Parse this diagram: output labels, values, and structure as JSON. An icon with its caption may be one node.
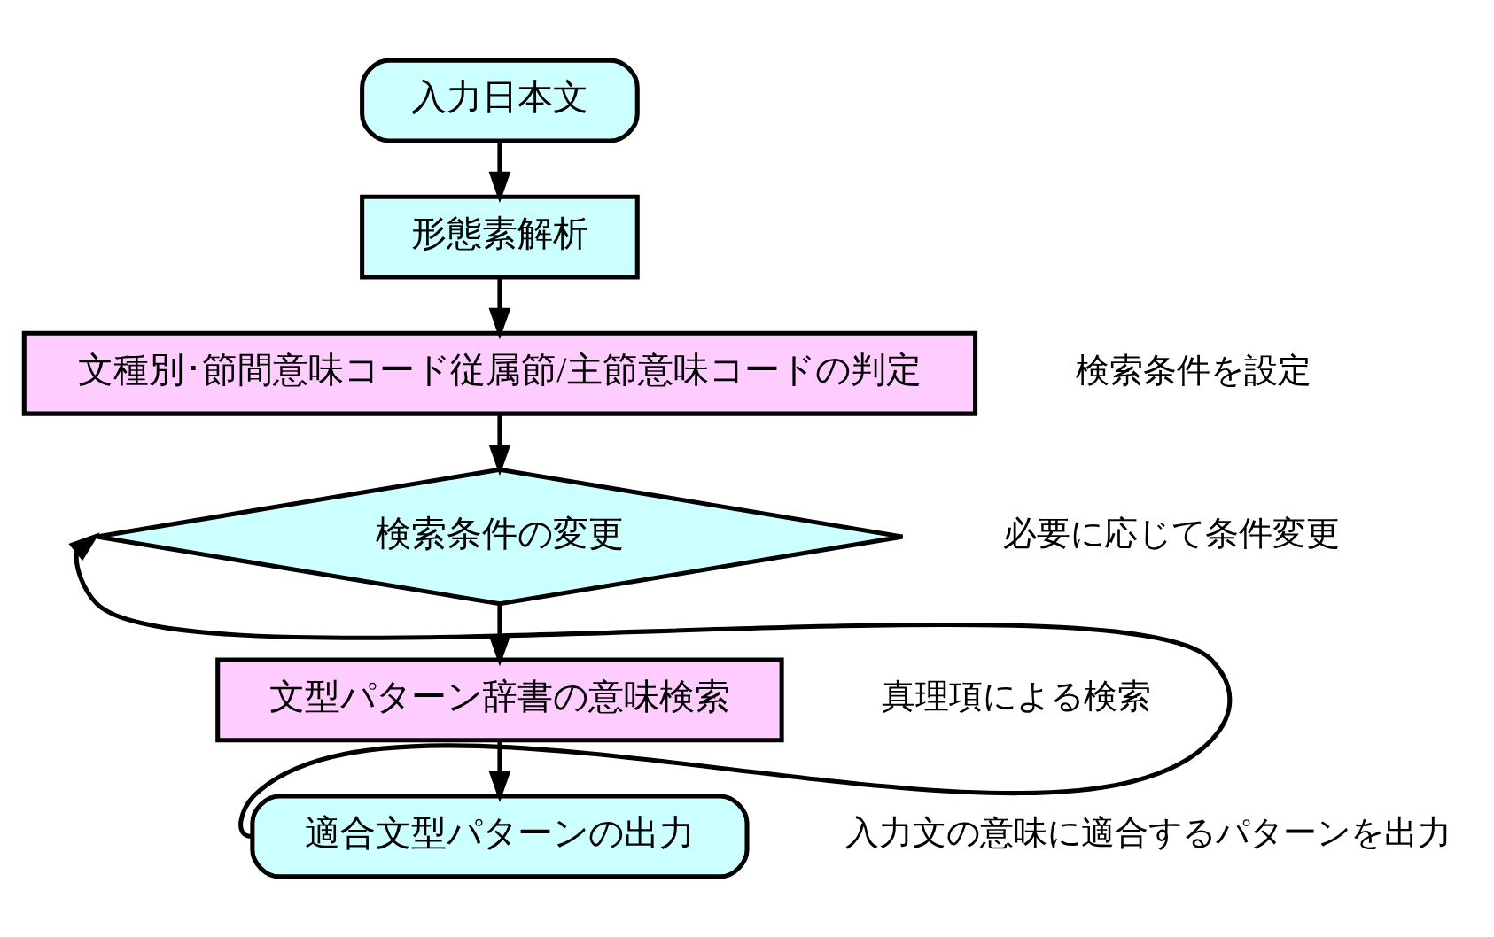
{
  "diagram": {
    "nodes": [
      {
        "text": [
          "入力日本文"
        ]
      },
      {
        "text": [
          "形態素解析"
        ]
      },
      {
        "text": [
          "文種別･節間意味コード従属節/主節意味コードの判定"
        ],
        "beside": [
          "検索条件を設定"
        ]
      },
      {
        "text": [
          "検索条件の変更"
        ],
        "beside": [
          "必要に応じて条件変更"
        ]
      },
      {
        "text": [
          "文型パターン辞書の意味検索"
        ],
        "beside": [
          "真理項による検索"
        ]
      },
      {
        "text": [
          "適合文型パターンの出力"
        ],
        "beside": [
          "入力文の意味に適合するパターンを出力"
        ]
      }
    ],
    "edges": [
      {
        "from": 0,
        "to": 1,
        "arrow": "to"
      },
      {
        "from": 1,
        "to": 2,
        "arrow": "to"
      },
      {
        "from": 2,
        "to": 3,
        "arrow": "to"
      },
      {
        "from": 3,
        "to": 4,
        "arrow": "to"
      },
      {
        "from": 4,
        "to": 5,
        "arrow": "to"
      },
      {
        "from": 5,
        "to": 3,
        "arrow": "to"
      }
    ]
  }
}
